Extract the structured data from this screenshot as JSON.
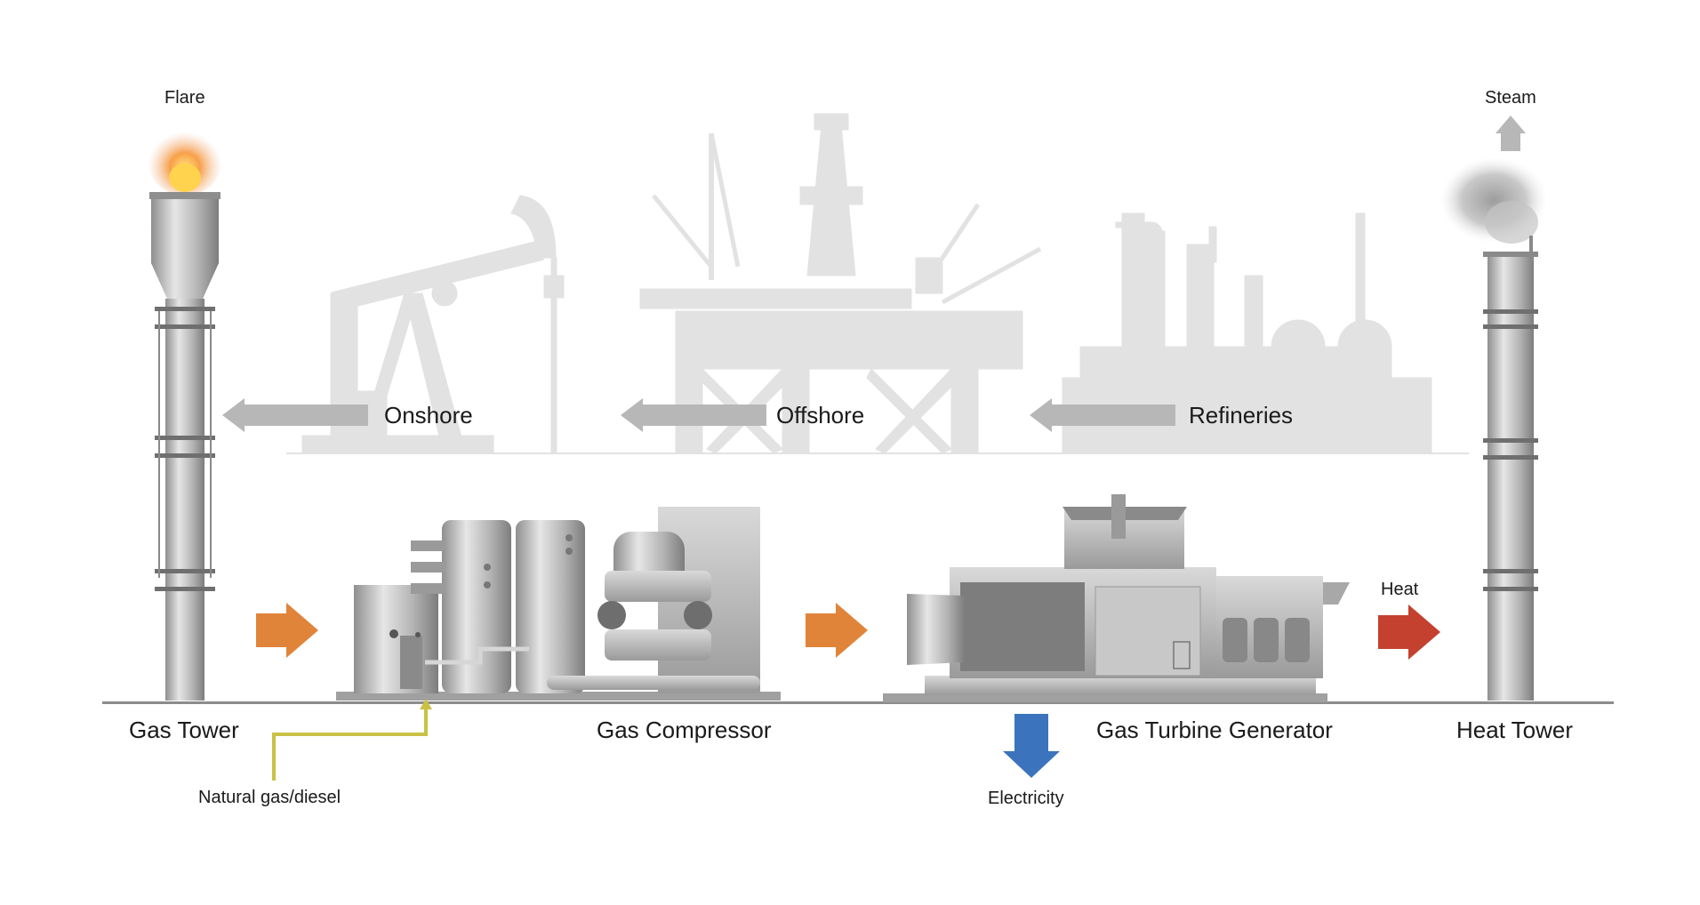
{
  "labels": {
    "flare": "Flare",
    "steam": "Steam",
    "onshore": "Onshore",
    "offshore": "Offshore",
    "refineries": "Refineries",
    "gas_tower": "Gas Tower",
    "gas_compressor": "Gas Compressor",
    "gas_turbine_generator": "Gas Turbine Generator",
    "heat_tower": "Heat Tower",
    "heat": "Heat",
    "natural_gas_diesel": "Natural gas/diesel",
    "electricity": "Electricity"
  },
  "colors": {
    "flow_arrow": "#e0843a",
    "heat_arrow": "#c4412f",
    "electricity_arrow": "#3b73bd",
    "fuel_line": "#c9c145",
    "source_arrow": "#b7b7b7",
    "silhouette": "#e2e2e2",
    "equipment": "#bdbdbd",
    "ground": "#8c8c8c"
  }
}
